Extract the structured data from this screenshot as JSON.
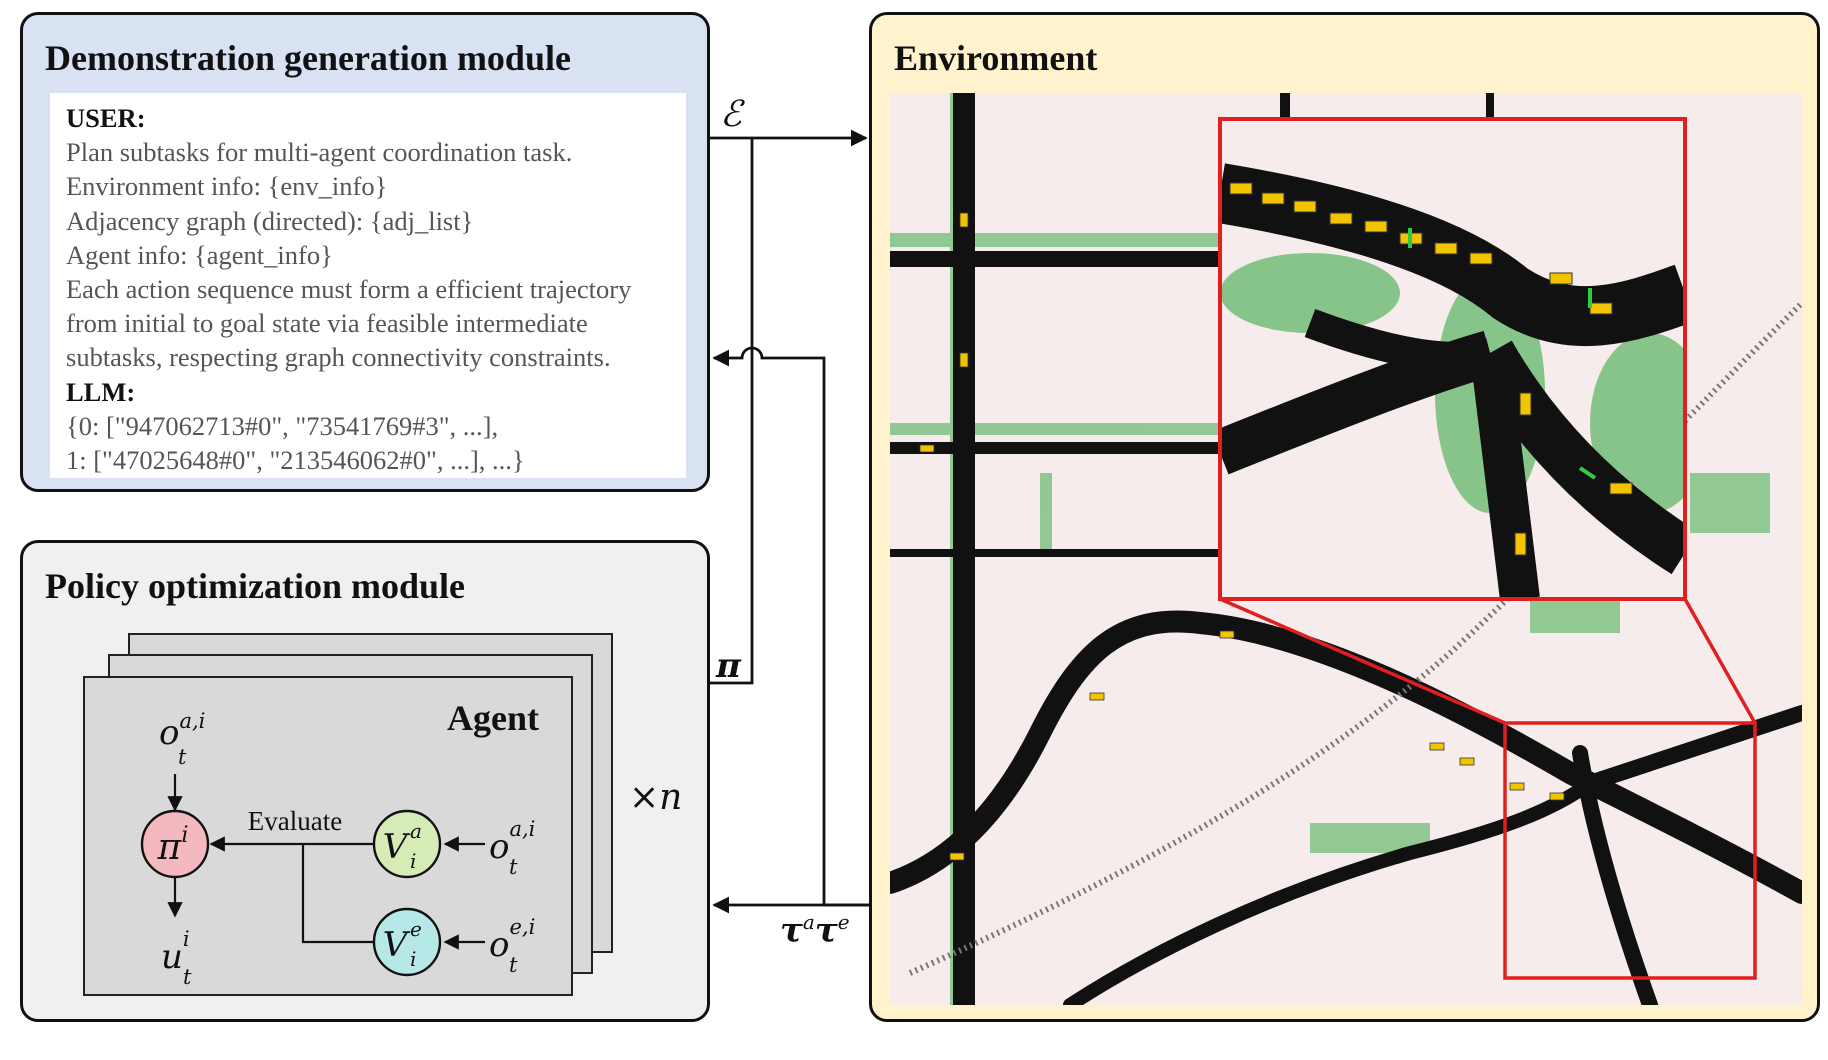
{
  "demo_module": {
    "title": "Demonstration generation module",
    "prompt_lines": [
      {
        "role": true,
        "text": "USER:"
      },
      {
        "role": false,
        "text": "Plan subtasks for multi-agent coordination task."
      },
      {
        "role": false,
        "text": "Environment info: {env_info}"
      },
      {
        "role": false,
        "text": "Adjacency graph (directed): {adj_list}"
      },
      {
        "role": false,
        "text": "Agent info: {agent_info}"
      },
      {
        "role": false,
        "text": "Each action sequence must form a efficient trajectory"
      },
      {
        "role": false,
        "text": "from initial to goal state via feasible intermediate"
      },
      {
        "role": false,
        "text": "subtasks, respecting graph connectivity constraints."
      },
      {
        "role": true,
        "text": "LLM:"
      },
      {
        "role": false,
        "text": "{0: [\"947062713#0\", \"73541769#3\", ...],"
      },
      {
        "role": false,
        "text": "  1: [\"47025648#0\", \"213546062#0\", ...], ...}"
      }
    ]
  },
  "policy_module": {
    "title": "Policy optimization module",
    "agent_label": "Agent",
    "evaluate_label": "Evaluate",
    "times_label": "×",
    "n_label": "n",
    "nodes": {
      "policy": {
        "symbol": "π",
        "sup": "i",
        "color": "#f4b8bf"
      },
      "value_a": {
        "symbol": "V",
        "sup": "a",
        "sub": "i",
        "color": "#d6ecb6"
      },
      "value_e": {
        "symbol": "V",
        "sup": "e",
        "sub": "i",
        "color": "#b5e8e6"
      }
    },
    "observations": {
      "top": {
        "base": "o",
        "sup": "a,i",
        "sub": "t"
      },
      "value_a": {
        "base": "o",
        "sup": "a,i",
        "sub": "t"
      },
      "value_e": {
        "base": "o",
        "sup": "e,i",
        "sub": "t"
      }
    },
    "action": {
      "base": "u",
      "sup": "i",
      "sub": "t"
    }
  },
  "env_module": {
    "title": "Environment"
  },
  "signals": {
    "env_label": "ℰ",
    "policy_label": "π",
    "traj_base": "τ",
    "traj_a_sup": "a",
    "traj_e_sup": "e"
  },
  "colors": {
    "demo_bg": "#d9e2f3",
    "policy_bg": "#f0f0f0",
    "env_bg": "#fff2cc",
    "zoom_frame": "#e02020",
    "road": "#111111",
    "verge": "#7fbf7f",
    "ground": "#f7ecec",
    "vehicle": "#f2c400"
  }
}
